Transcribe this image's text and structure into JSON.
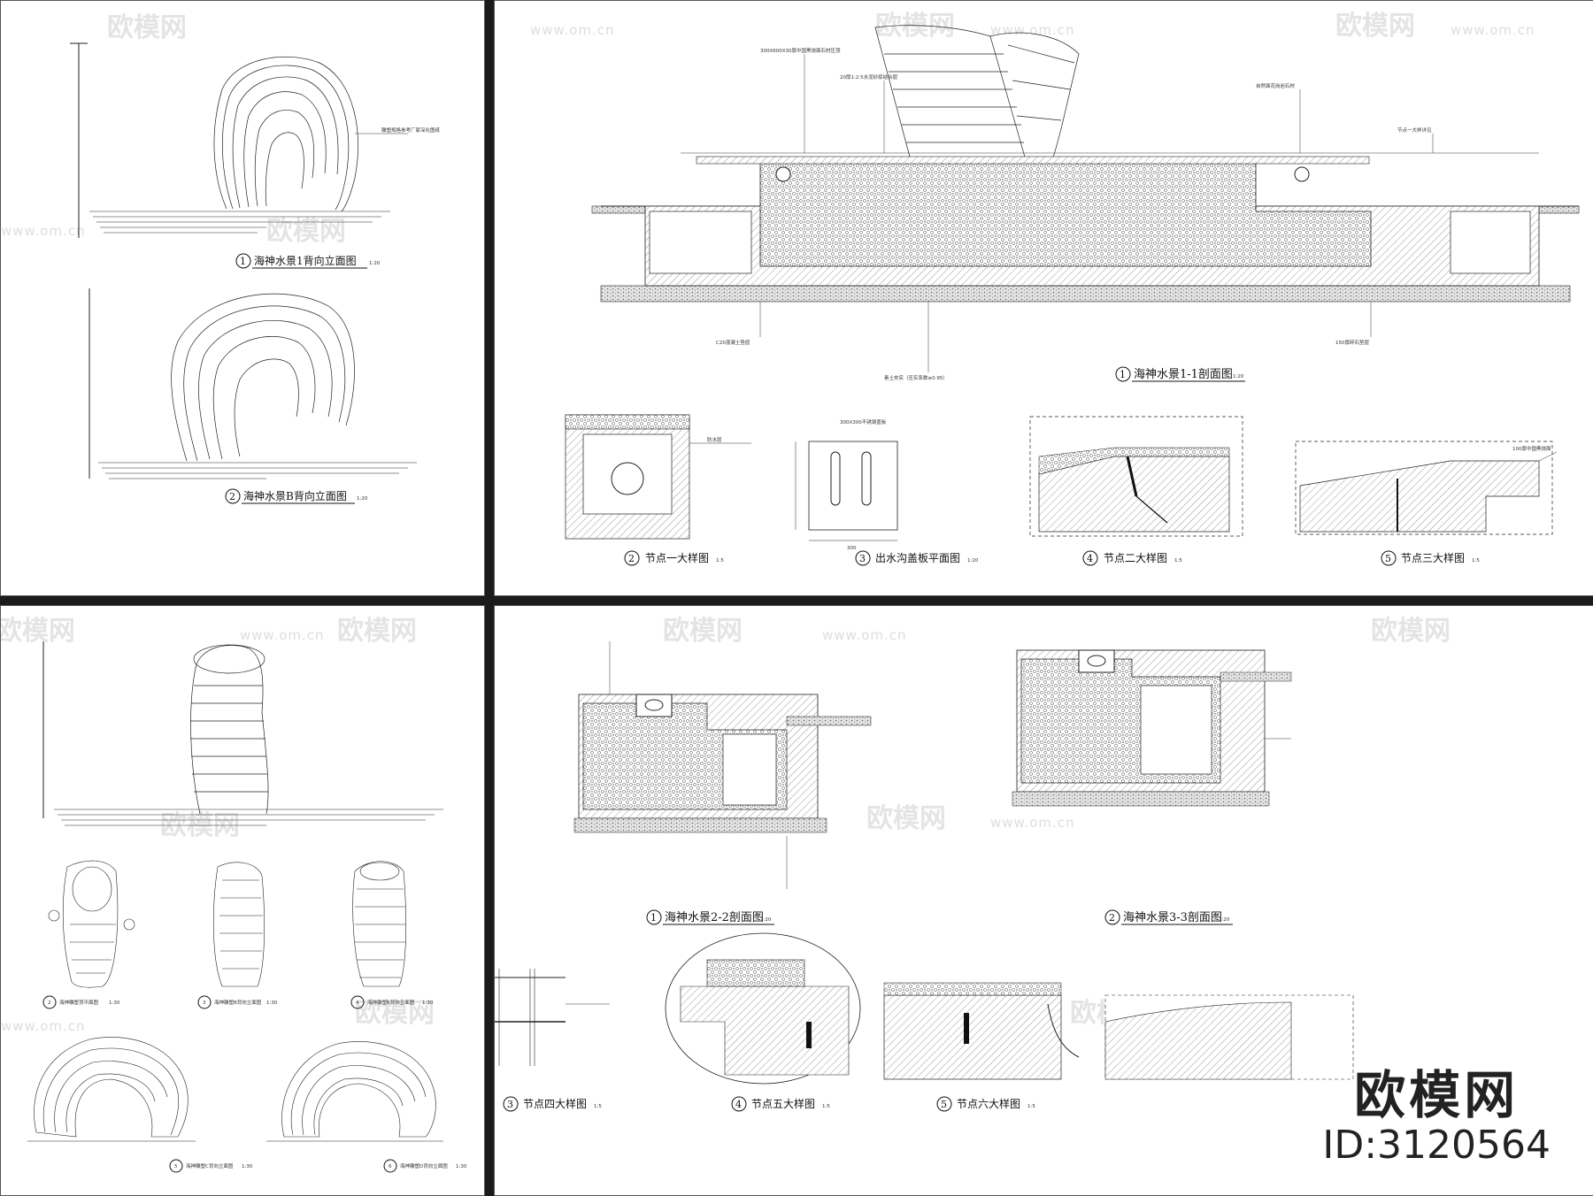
{
  "watermark": {
    "brand": "欧模网",
    "url": "www.om.cn",
    "id_label": "ID:3120564"
  },
  "sheet_top_left": {
    "titles": [
      {
        "num": "1",
        "text": "海神水景1背向立面图",
        "scale": "1:20"
      },
      {
        "num": "2",
        "text": "海神水景B背向立面图",
        "scale": "1:20"
      }
    ]
  },
  "sheet_top_right": {
    "main_title": {
      "num": "1",
      "text": "海神水景1-1剖面图",
      "scale": "1:20"
    },
    "details": [
      {
        "num": "2",
        "text": "节点一大样图",
        "scale": "1:5"
      },
      {
        "num": "3",
        "text": "出水沟盖板平面图",
        "scale": "1:20"
      },
      {
        "num": "4",
        "text": "节点二大样图",
        "scale": "1:5"
      },
      {
        "num": "5",
        "text": "节点三大样图",
        "scale": "1:5"
      }
    ]
  },
  "sheet_bottom_left": {
    "titles": [
      {
        "num": "2",
        "text": "海神雕塑顶平面图",
        "scale": "1:30"
      },
      {
        "num": "3",
        "text": "海神雕塑B背向立面图",
        "scale": "1:30"
      },
      {
        "num": "4",
        "text": "海神雕塑B背向立面图",
        "scale": "1:30"
      },
      {
        "num": "5",
        "text": "海神雕塑C背向立面图",
        "scale": "1:30"
      },
      {
        "num": "6",
        "text": "海神雕塑D背向立面图",
        "scale": "1:30"
      }
    ]
  },
  "sheet_bottom_right": {
    "main_titles": [
      {
        "num": "1",
        "text": "海神水景2-2剖面图",
        "scale": "1:20"
      },
      {
        "num": "2",
        "text": "海神水景3-3剖面图",
        "scale": "1:20"
      }
    ],
    "details": [
      {
        "num": "3",
        "text": "节点四大样图",
        "scale": "1:5"
      },
      {
        "num": "4",
        "text": "节点五大样图",
        "scale": "1:5"
      },
      {
        "num": "5",
        "text": "节点六大样图",
        "scale": "1:5"
      }
    ]
  }
}
